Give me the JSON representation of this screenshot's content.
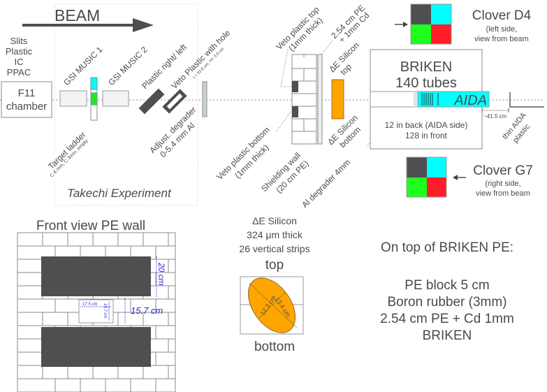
{
  "diagram": {
    "beam": {
      "label": "BEAM"
    },
    "upstream": {
      "detectors": [
        "Slits",
        "Plastic",
        "IC",
        "PPAC"
      ],
      "chamber": [
        "F11",
        "chamber"
      ]
    },
    "takechi": {
      "title": "Takechi Experiment",
      "music1": "GSI MUSIC 1",
      "music2": "GSI MUSIC 2",
      "target_ladder": "Target ladder",
      "target_ladder_sub": "C 6 mm, C 3mm, empty",
      "plastic_rl": "Plastic right/ left",
      "veto_hole": "Veto Plastic with hole",
      "veto_hole_sub": "L= 10.8 cm, H= 3.8 cm",
      "degrader": "Adjust. degrader",
      "degrader_sub": "0-5.4 mm Al"
    },
    "shielding": {
      "veto_top": "Veto plastic top",
      "veto_top_sub": "(1mm thick)",
      "veto_bottom": "Veto plastic bottom",
      "veto_bottom_sub": "(1mm thick)",
      "pe_cd": "2.54 cm PE",
      "pe_cd_sub": "+ 1mm Cd",
      "wall": "Shielding wall",
      "wall_sub": "(20 cm PE)",
      "al_degrader": "Al degrader 4mm"
    },
    "silicon": {
      "top_label": "ΔE Silicon",
      "top_sub": "top",
      "bottom_label": "ΔE Silicon",
      "bottom_sub": "bottom"
    },
    "briken": {
      "title": "BRIKEN",
      "tubes": "140 tubes",
      "aida": "AIDA",
      "back": "12 in back (AIDA side)",
      "front": "128 in front",
      "distance": "~41.5 cm",
      "thin_plastic": "thin AIDA",
      "thin_plastic_sub": "plastic"
    },
    "clovers": [
      {
        "name": "Clover D4",
        "side": "(left side,",
        "view": "view from beam",
        "colors": [
          "#4f4f52",
          "#00ffff",
          "#1eff1e",
          "#ff1e28"
        ]
      },
      {
        "name": "Clover G7",
        "side": "(right side,",
        "view": "view from beam",
        "colors": [
          "#4f4f52",
          "#00ffff",
          "#1eff1e",
          "#ff1e28"
        ]
      }
    ],
    "front_view": {
      "title": "Front view PE wall",
      "block_height": "20 cm",
      "gap": "15.7 cm",
      "window_width": "17.5 cm",
      "window_height": "15.7 cm"
    },
    "silicon_detail": {
      "title": "ΔE Silicon",
      "thickness": "324 μm thick",
      "strips": "26 vertical strips",
      "top": "top",
      "bottom": "bottom",
      "dim_a": "12.3 cm",
      "dim_b": "13.4 cm"
    },
    "notes": {
      "heading": "On top of BRIKEN PE:",
      "lines": [
        "PE block 5 cm",
        "Boron rubber (3mm)",
        "2.54 cm PE + Cd 1mm",
        "BRIKEN"
      ]
    },
    "colors": {
      "silicon": "#ffa500",
      "aida": "#00ffff",
      "dark": "#4f4f52",
      "dimension": "#2a2ad8"
    }
  }
}
